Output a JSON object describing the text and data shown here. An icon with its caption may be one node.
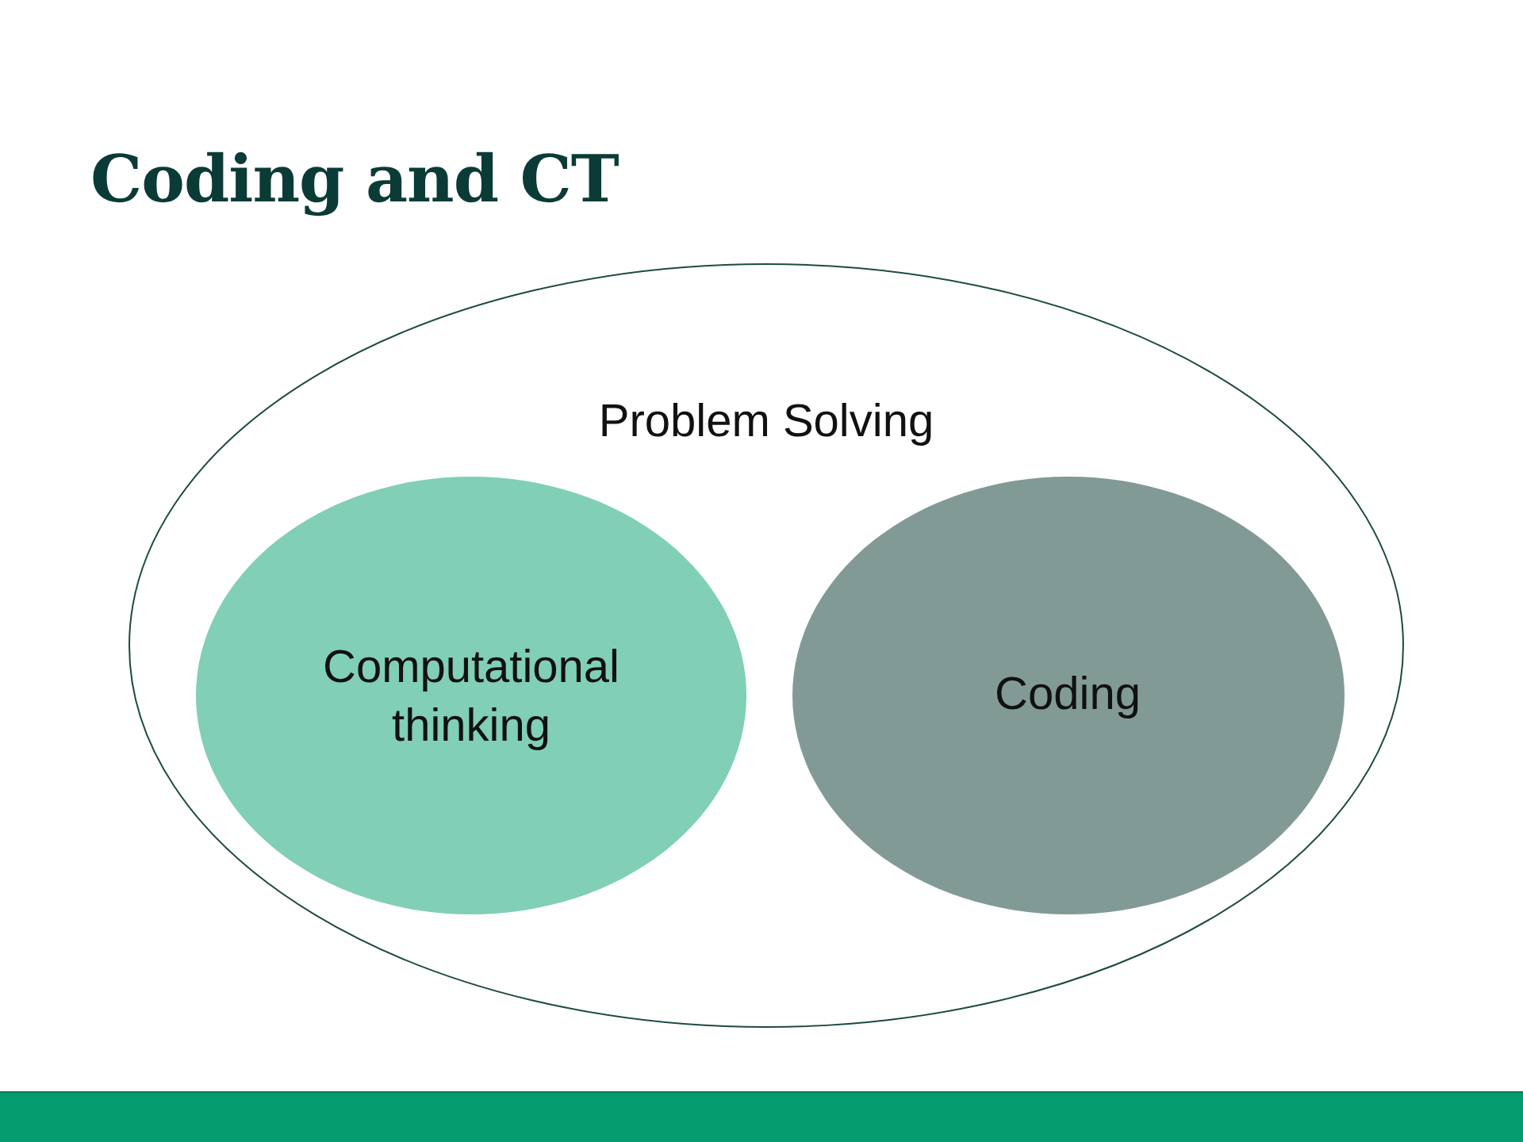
{
  "diagram": {
    "title": "Coding and CT",
    "nodes": [
      {
        "text": [
          "Problem Solving"
        ]
      },
      {
        "text": [
          "Computational thinking"
        ],
        "in": 0
      },
      {
        "text": [
          "Coding"
        ],
        "in": 0
      }
    ]
  }
}
